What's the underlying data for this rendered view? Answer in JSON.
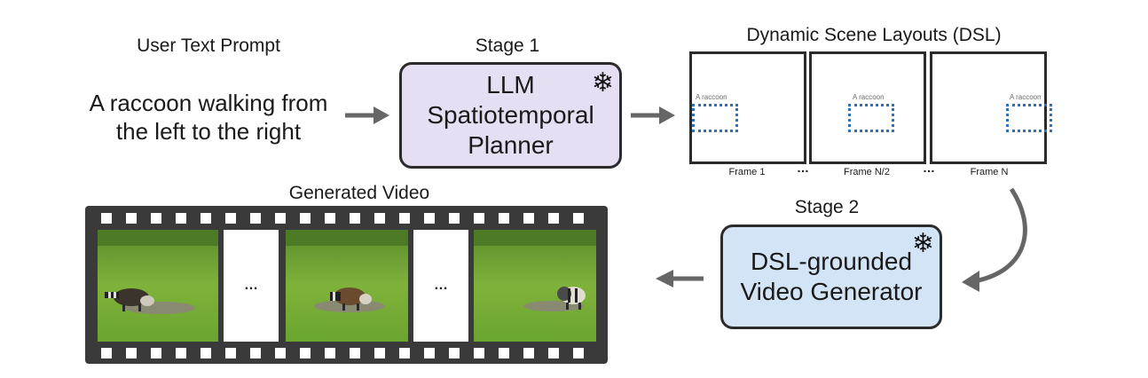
{
  "user_prompt_title": "User Text Prompt",
  "user_prompt_text": "A raccoon walking from the left to the right",
  "stage1": {
    "title": "Stage 1",
    "box_text": "LLM Spatiotemporal Planner",
    "icon": "snowflake-icon"
  },
  "dsl": {
    "title": "Dynamic Scene Layouts (DSL)",
    "object_label": "A raccoon",
    "frames": [
      "Frame 1",
      "Frame N/2",
      "Frame N"
    ],
    "ellipsis": "…"
  },
  "stage2": {
    "title": "Stage 2",
    "box_text": "DSL-grounded Video Generator",
    "icon": "snowflake-icon"
  },
  "video": {
    "title": "Generated Video",
    "ellipsis": "…"
  },
  "colors": {
    "planner_box": "#e6def3",
    "generator_box": "#d3e4f6",
    "bbox": "#2d72b8",
    "arrow": "#666666",
    "film": "#3a3a3a"
  }
}
